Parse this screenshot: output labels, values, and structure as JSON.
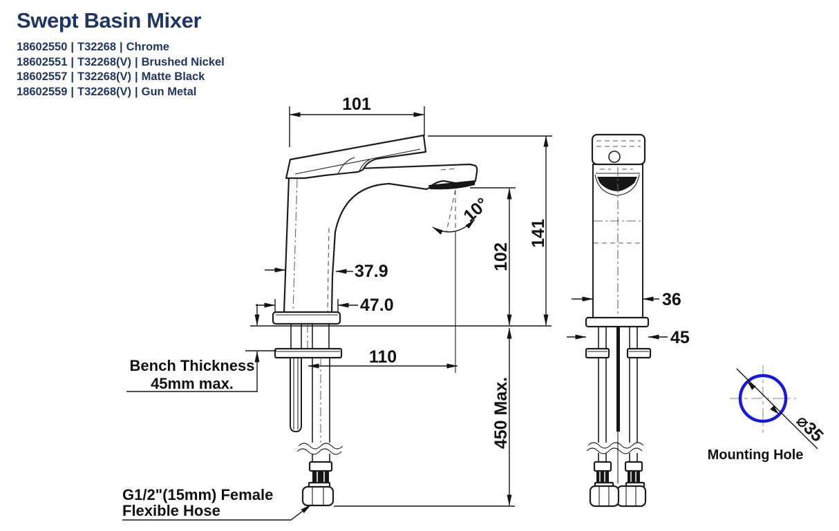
{
  "colors": {
    "heading": "#1f3564",
    "line": "#1c1c1c",
    "dimension_text": "#111111",
    "centerline": "#9a9a9a",
    "mounting_hole_circle": "#1717dd",
    "background": "#ffffff"
  },
  "header": {
    "title": "Swept Basin Mixer",
    "separator": "|",
    "variants": [
      {
        "code": "18602550",
        "model": "T32268",
        "finish": "Chrome"
      },
      {
        "code": "18602551",
        "model": "T32268(V)",
        "finish": "Brushed Nickel"
      },
      {
        "code": "18602557",
        "model": "T32268(V)",
        "finish": "Matte Black"
      },
      {
        "code": "18602559",
        "model": "T32268(V)",
        "finish": "Gun Metal"
      }
    ]
  },
  "front_view": {
    "dims": {
      "handle_length": "101",
      "overall_height": "141",
      "outlet_height": "102",
      "spout_angle": "10°",
      "body_width_upper": "37.9",
      "base_width": "47.0",
      "spout_reach": "110",
      "hose_drop": "450 Max."
    },
    "notes": {
      "bench_line1": "Bench Thickness",
      "bench_line2": "45mm max.",
      "hose_line1": "G1/2\"(15mm) Female",
      "hose_line2": "Flexible Hose"
    }
  },
  "side_view": {
    "dims": {
      "body_depth": "36",
      "base_depth": "45"
    }
  },
  "mounting_hole": {
    "diameter": "⌀35",
    "label": "Mounting Hole"
  }
}
